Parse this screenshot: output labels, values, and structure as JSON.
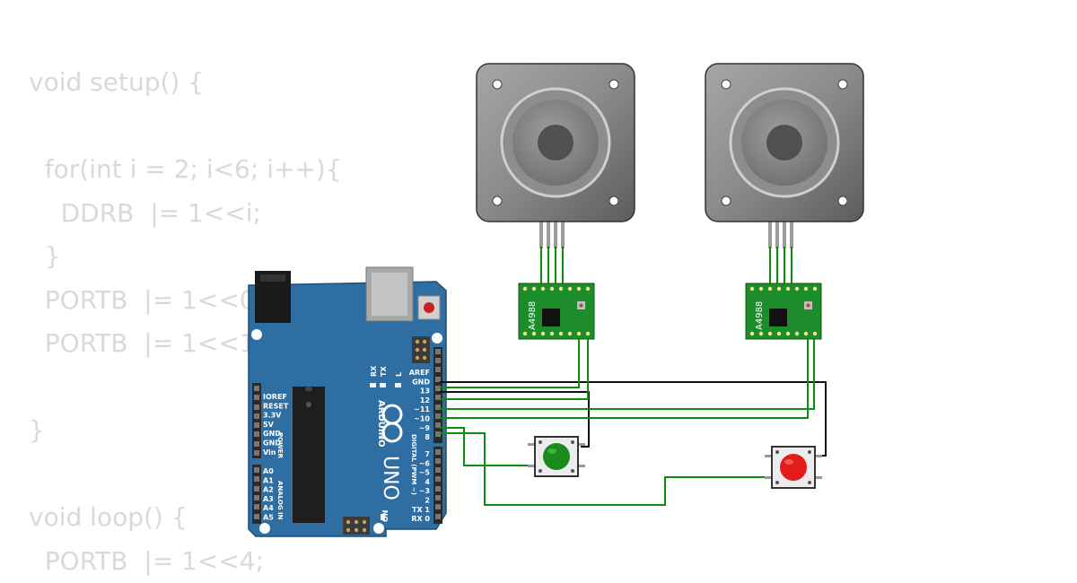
{
  "code_lines": [
    "void setup() {",
    "",
    "  for(int i = 2; i<6; i++){",
    "    DDRB  |= 1<<i;",
    "  }",
    "  PORTB  |= 1<<0;",
    "  PORTB  |= 1<<1;",
    "",
    "}",
    "",
    "void loop() {",
    "  PORTB  |= 1<<4;"
  ],
  "arduino": {
    "brand": "ARDUINO",
    "model": "UNO",
    "power_label": "POWER",
    "analog_label": "ANALOG IN",
    "digital_label": "DIGITAL (PWM ~)",
    "on_label": "ON",
    "led_labels": [
      "RX",
      "TX",
      "L"
    ],
    "power_pins": [
      "IOREF",
      "RESET",
      "3.3V",
      "5V",
      "GND",
      "GND",
      "Vin"
    ],
    "analog_pins": [
      "A0",
      "A1",
      "A2",
      "A3",
      "A4",
      "A5"
    ],
    "digital_pins_top": [
      "AREF",
      "GND",
      "13",
      "12",
      "~11",
      "~10",
      "~9",
      "8"
    ],
    "digital_pins_bottom": [
      "7",
      "~6",
      "~5",
      "4",
      "~3",
      "2",
      "TX 1",
      "RX 0"
    ]
  },
  "drivers": [
    {
      "label": "A4988"
    },
    {
      "label": "A4988"
    }
  ],
  "buttons": [
    {
      "color": "#1a8a1a"
    },
    {
      "color": "#e21b1b"
    }
  ],
  "colors": {
    "board": "#2e6ea3",
    "driver_pcb": "#1d8c2a",
    "wire_green": "#0b8f0b",
    "wire_black": "#111111",
    "code_text": "#d9d9d9"
  }
}
